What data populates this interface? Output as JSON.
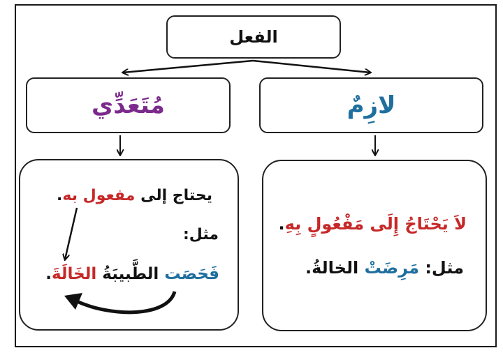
{
  "root": {
    "label": "الفعل"
  },
  "colors": {
    "purple": "#7b2a8c",
    "blue": "#1f6f9e",
    "red": "#c62828",
    "black": "#111111"
  },
  "transitive": {
    "label": "مُتَعَدِّي",
    "definition_start": "يحتاج إلى",
    "definition_object": "مفعول به",
    "definition_end": ".",
    "example_label": "مثل:",
    "example_verb": "فَحَصَت",
    "example_subject": "الطَّبيبَةُ",
    "example_object": "الخَالَةَ",
    "example_end": "."
  },
  "intransitive": {
    "label": "لازِمٌ",
    "definition_start": "لاَ يَحْتَاجُ إِلَى",
    "definition_object": "مَفْعُولٍ بِهِ",
    "definition_end": ".",
    "example_label": "مثل:",
    "example_verb": "مَرِضَتْ",
    "example_subject": "الخالةُ",
    "example_end": "."
  }
}
